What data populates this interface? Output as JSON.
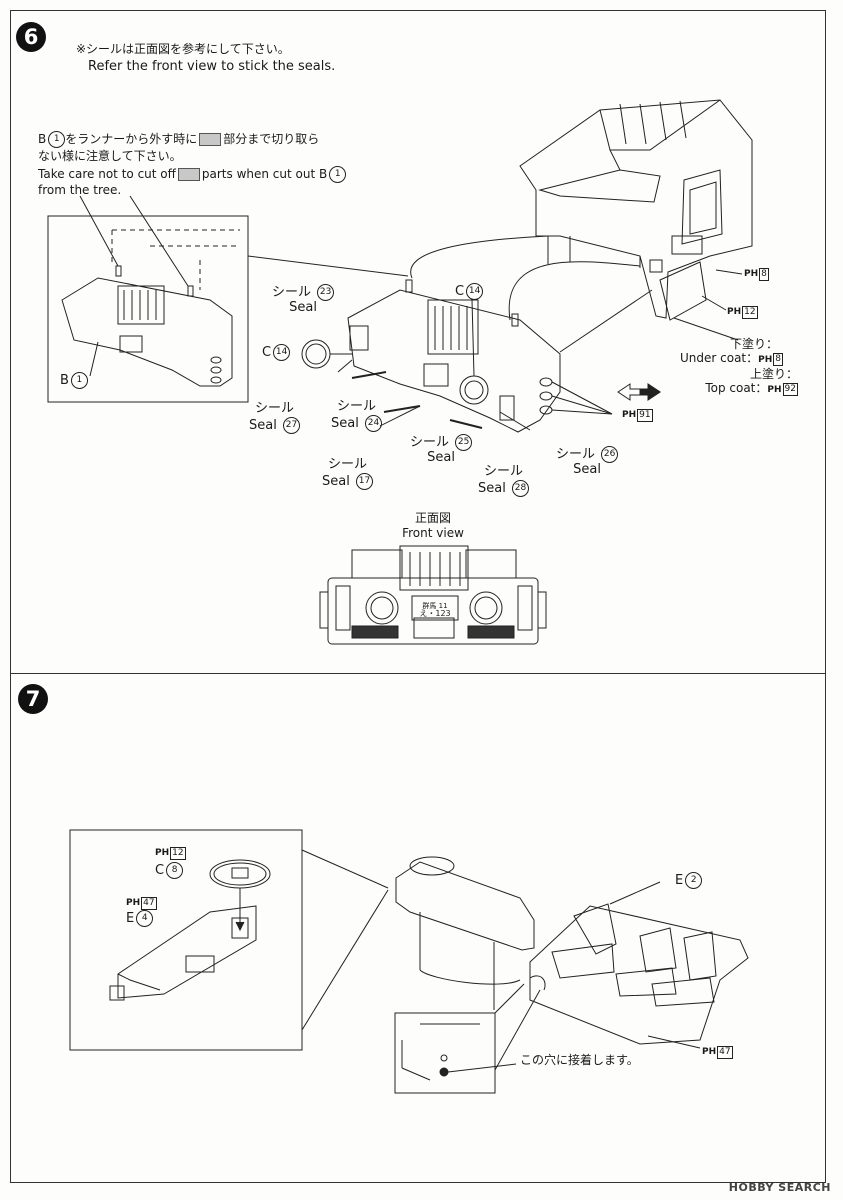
{
  "step6": {
    "number": "6",
    "note_jp": "※シールは正面図を参考にして下さい。",
    "note_en": "Refer the front view to stick the seals.",
    "caution": {
      "jp_line1_pre": "B",
      "jp_line1_part": "1",
      "jp_line1_mid": "をランナーから外す時に",
      "jp_line1_post": "部分まで切り取ら",
      "jp_line2": "ない様に注意して下さい。",
      "en_line1_pre": "Take care not to cut off",
      "en_line1_post": "parts when cut out B",
      "en_line1_part": "1",
      "en_line2": "from the tree."
    },
    "inset_part_label": "B",
    "inset_part_num": "1",
    "labels": {
      "c14_top_letter": "C",
      "c14_top_num": "14",
      "c14_left_letter": "C",
      "c14_left_num": "14",
      "seal_jp": "シール",
      "seal_en": "Seal",
      "seal23": "23",
      "seal27": "27",
      "seal24": "24",
      "seal17": "17",
      "seal25": "25",
      "seal28": "28",
      "seal26": "26"
    },
    "paint": {
      "ph": "PH",
      "ph8": "8",
      "ph12": "12",
      "ph91": "91",
      "under_jp": "下塗り：",
      "under_en": "Under coat：",
      "under_num": "8",
      "top_jp": "上塗り：",
      "top_en": "Top coat：",
      "top_num": "92"
    },
    "front_view_jp": "正面図",
    "front_view_en": "Front view",
    "plate_top": "群馬 11",
    "plate_num": "え・123"
  },
  "step7": {
    "number": "7",
    "labels": {
      "ph": "PH",
      "ph12": "12",
      "c8_letter": "C",
      "c8_num": "8",
      "ph47": "47",
      "e4_letter": "E",
      "e4_num": "4",
      "e2_letter": "E",
      "e2_num": "2",
      "ph47b": "47",
      "glue_note": "この穴に接着します。"
    }
  },
  "watermark": "HOBBY SEARCH"
}
